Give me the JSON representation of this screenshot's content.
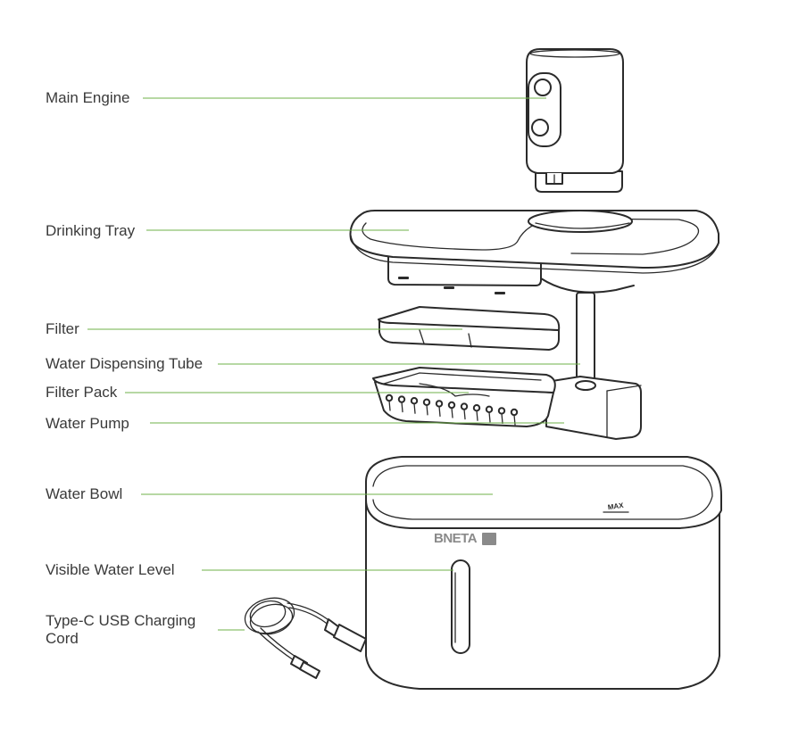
{
  "labels": [
    {
      "id": "main-engine",
      "text": "Main Engine"
    },
    {
      "id": "drinking-tray",
      "text": "Drinking Tray"
    },
    {
      "id": "filter",
      "text": "Filter"
    },
    {
      "id": "water-dispensing-tube",
      "text": "Water Dispensing Tube"
    },
    {
      "id": "filter-pack",
      "text": "Filter Pack"
    },
    {
      "id": "water-pump",
      "text": "Water Pump"
    },
    {
      "id": "water-bowl",
      "text": "Water Bowl"
    },
    {
      "id": "visible-water-level",
      "text": "Visible Water Level"
    },
    {
      "id": "usb-cord",
      "text": "Type-C USB Charging Cord"
    }
  ],
  "product": {
    "brand": "BNETA",
    "max_mark": "MAX"
  },
  "colors": {
    "leader_line": "#6fb04a",
    "ink": "#2b2b2b",
    "label_text": "#3a3a3a"
  }
}
